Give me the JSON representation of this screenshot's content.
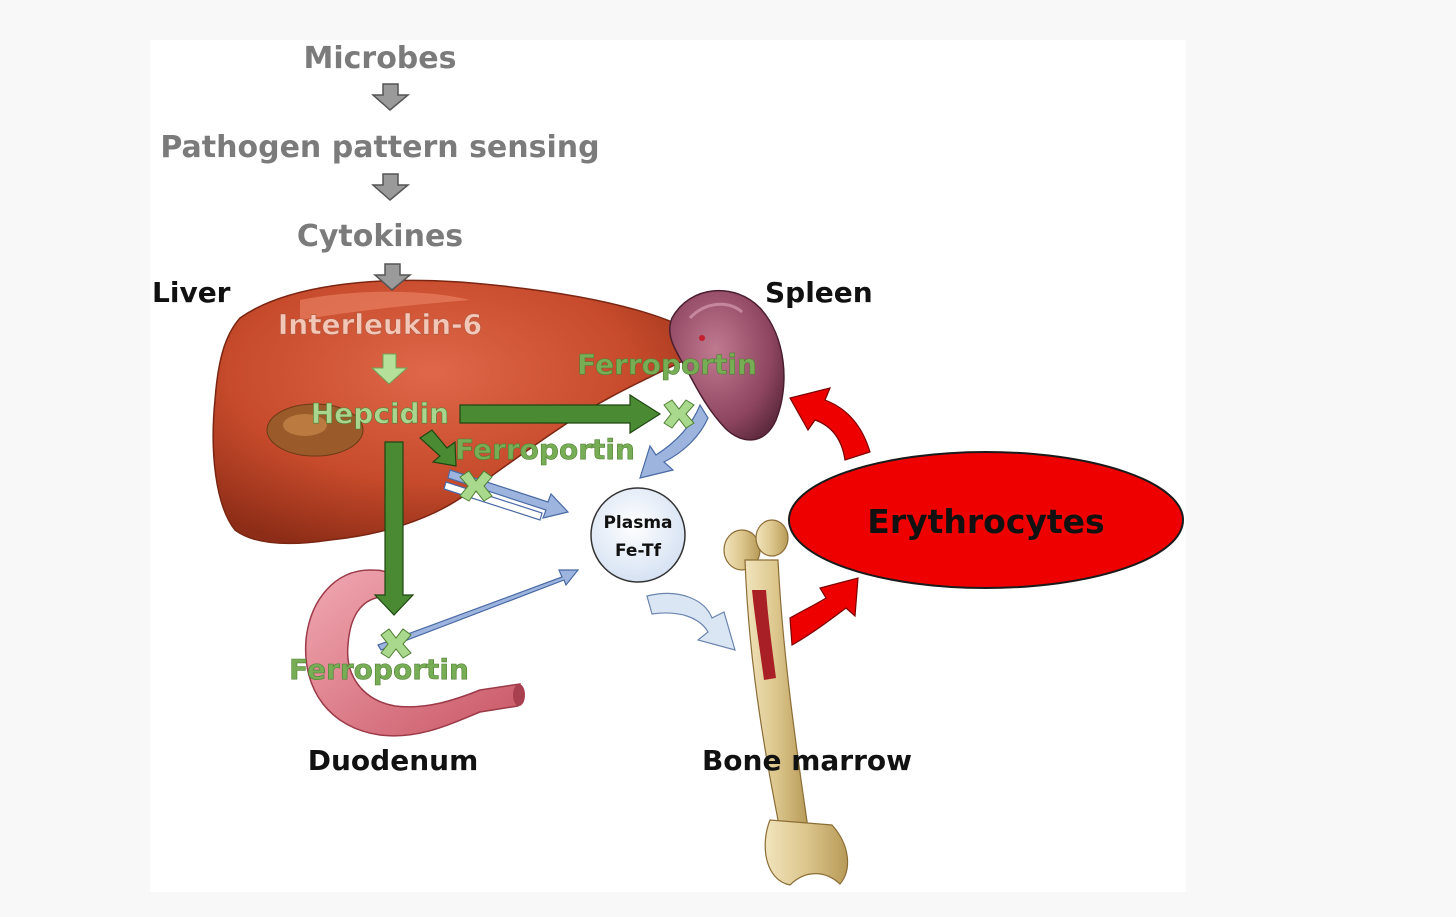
{
  "flow_steps": {
    "microbes": "Microbes",
    "sensing": "Pathogen pattern sensing",
    "cytokines": "Cytokines",
    "il6": "Interleukin-6",
    "hepcidin": "Hepcidin"
  },
  "organs": {
    "liver": "Liver",
    "spleen": "Spleen",
    "duodenum": "Duodenum",
    "bone_marrow": "Bone marrow"
  },
  "ferroportin": {
    "spleen": "Ferroportin",
    "liver": "Ferroportin",
    "duodenum": "Ferroportin"
  },
  "plasma": {
    "line1": "Plasma",
    "line2": "Fe-Tf"
  },
  "erythrocytes": "Erythrocytes",
  "colors": {
    "liver": "#c64a2b",
    "spleen": "#8e4560",
    "duodenum": "#e07f8b",
    "bone": "#e4d2a0",
    "erythrocytes": "#ee0000",
    "hepcidin_arrow": "#4a8a32",
    "iron_arrow": "#9db5de",
    "block_x": "#a8d98c"
  }
}
